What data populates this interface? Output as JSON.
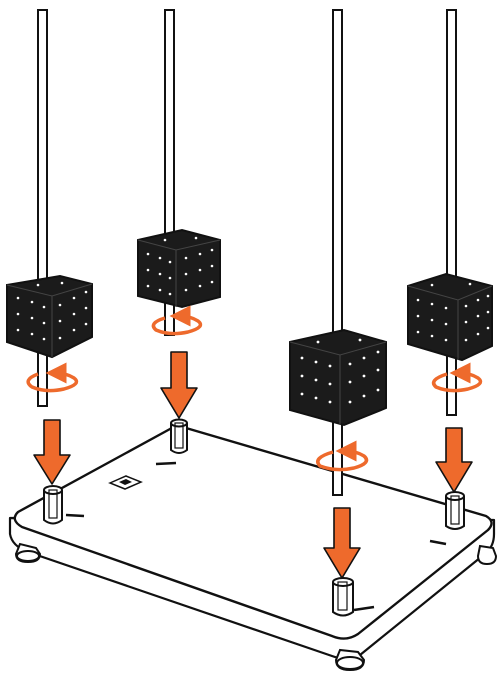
{
  "colors": {
    "arrow": "#ee6a2c",
    "block": "#1b1b1b",
    "dot": "#ffffff",
    "outline": "#111111",
    "board": "#ffffff"
  },
  "assembly": {
    "rod_count": 4,
    "block_count": 4,
    "down_arrow_count": 4,
    "rotate_arrow_count": 4,
    "post_count": 4,
    "feet_count": 3
  },
  "icons": [
    "down-arrow-icon",
    "rotate-arrow-icon",
    "board-logo-icon"
  ]
}
